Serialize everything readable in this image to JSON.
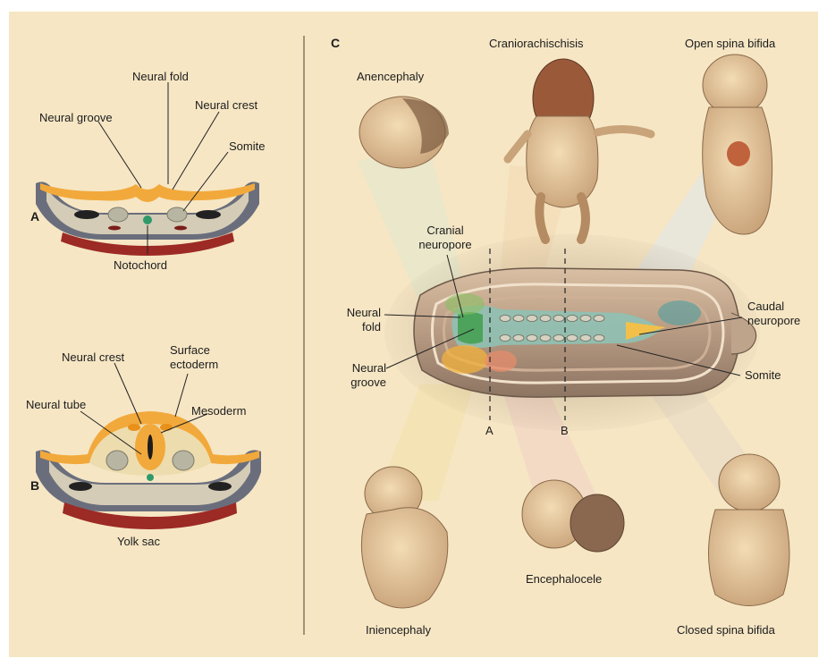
{
  "panels": {
    "a": {
      "letter": "A",
      "labels": {
        "neural_fold": "Neural fold",
        "neural_groove": "Neural groove",
        "neural_crest": "Neural crest",
        "somite": "Somite",
        "notochord": "Notochord"
      }
    },
    "b": {
      "letter": "B",
      "labels": {
        "neural_crest": "Neural crest",
        "surface_ectoderm_1": "Surface",
        "surface_ectoderm_2": "ectoderm",
        "neural_tube": "Neural tube",
        "mesoderm": "Mesoderm",
        "yolk_sac": "Yolk sac"
      }
    },
    "c": {
      "letter": "C",
      "embryo_labels": {
        "cranial_neuropore_1": "Cranial",
        "cranial_neuropore_2": "neuropore",
        "neural_fold_1": "Neural",
        "neural_fold_2": "fold",
        "neural_groove_1": "Neural",
        "neural_groove_2": "groove",
        "caudal_neuropore_1": "Caudal",
        "caudal_neuropore_2": "neuropore",
        "somite": "Somite",
        "section_a": "A",
        "section_b": "B"
      },
      "defects": {
        "anencephaly": "Anencephaly",
        "craniorachischisis": "Craniorachischisis",
        "open_spina_bifida": "Open spina bifida",
        "iniencephaly": "Iniencephaly",
        "encephalocele": "Encephalocele",
        "closed_spina_bifida": "Closed spina bifida"
      }
    }
  },
  "colors": {
    "background": "#f6e6c4",
    "ectoderm": "#f2a93b",
    "mesoderm": "#cfc7b2",
    "endoderm": "#9c2a25",
    "notochord": "#2e9a6a",
    "tissue_gray": "#6a6e7c",
    "skin": "#e8c894"
  }
}
